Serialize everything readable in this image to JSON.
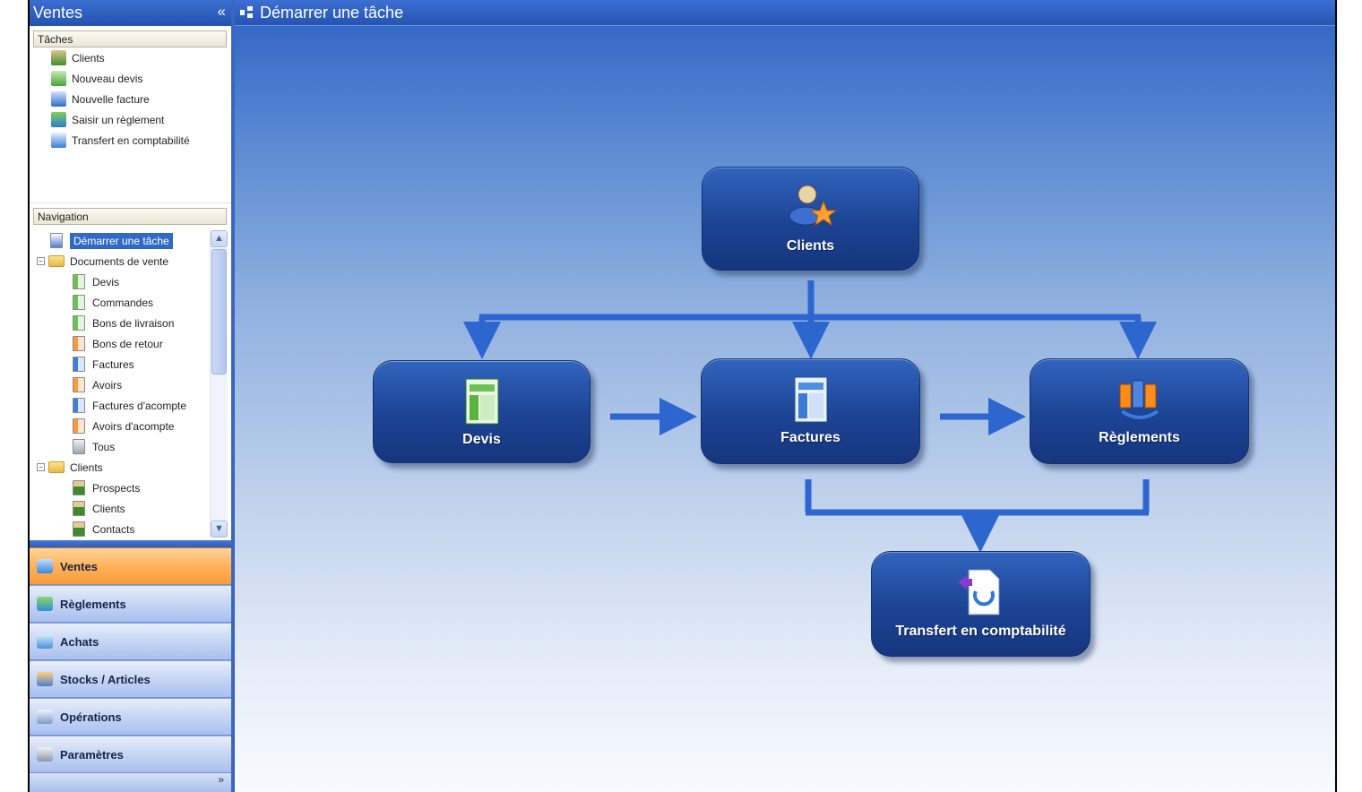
{
  "left_pane": {
    "title": "Ventes",
    "collapse_symbol": "«",
    "tasks_title": "Tâches",
    "tasks": [
      {
        "label": "Clients",
        "icon": "client-icon"
      },
      {
        "label": "Nouveau devis",
        "icon": "quote-doc-icon"
      },
      {
        "label": "Nouvelle facture",
        "icon": "invoice-doc-icon"
      },
      {
        "label": "Saisir un règlement",
        "icon": "payment-icon"
      },
      {
        "label": "Transfert en comptabilité",
        "icon": "accounting-transfer-icon"
      }
    ],
    "navigation_title": "Navigation",
    "tree": [
      {
        "label": "Démarrer une tâche",
        "level": 0,
        "type": "start",
        "selected": true
      },
      {
        "label": "Documents de vente",
        "level": 0,
        "type": "folder",
        "expander": "⊟"
      },
      {
        "label": "Devis",
        "level": 1,
        "type": "doc-green"
      },
      {
        "label": "Commandes",
        "level": 1,
        "type": "doc-green"
      },
      {
        "label": "Bons de livraison",
        "level": 1,
        "type": "doc-green"
      },
      {
        "label": "Bons de retour",
        "level": 1,
        "type": "doc-orange"
      },
      {
        "label": "Factures",
        "level": 1,
        "type": "doc-blue"
      },
      {
        "label": "Avoirs",
        "level": 1,
        "type": "doc-orange"
      },
      {
        "label": "Factures d'acompte",
        "level": 1,
        "type": "doc-blue"
      },
      {
        "label": "Avoirs d'acompte",
        "level": 1,
        "type": "doc-orange"
      },
      {
        "label": "Tous",
        "level": 1,
        "type": "doc-search"
      },
      {
        "label": "Clients",
        "level": 0,
        "type": "folder",
        "expander": "⊟"
      },
      {
        "label": "Prospects",
        "level": 1,
        "type": "person"
      },
      {
        "label": "Clients",
        "level": 1,
        "type": "person"
      },
      {
        "label": "Contacts",
        "level": 1,
        "type": "person"
      }
    ],
    "outlook_buttons": [
      {
        "label": "Ventes",
        "active": true,
        "icon": "sales-icon"
      },
      {
        "label": "Règlements",
        "active": false,
        "icon": "payment-icon"
      },
      {
        "label": "Achats",
        "active": false,
        "icon": "purchases-icon"
      },
      {
        "label": "Stocks / Articles",
        "active": false,
        "icon": "stock-icon"
      },
      {
        "label": "Opérations",
        "active": false,
        "icon": "operations-icon"
      },
      {
        "label": "Paramètres",
        "active": false,
        "icon": "settings-icon"
      }
    ],
    "footer_symbol": "»"
  },
  "main": {
    "title": "Démarrer une tâche",
    "nodes": {
      "clients": "Clients",
      "devis": "Devis",
      "factures": "Factures",
      "reglements": "Règlements",
      "transfert": "Transfert en comptabilité"
    }
  },
  "colors": {
    "header_blue": "#2a5cc0",
    "node_blue": "#1c4393",
    "arrow_blue": "#2d66cf",
    "active_orange": "#ffb259",
    "selection_blue": "#316ac5"
  }
}
